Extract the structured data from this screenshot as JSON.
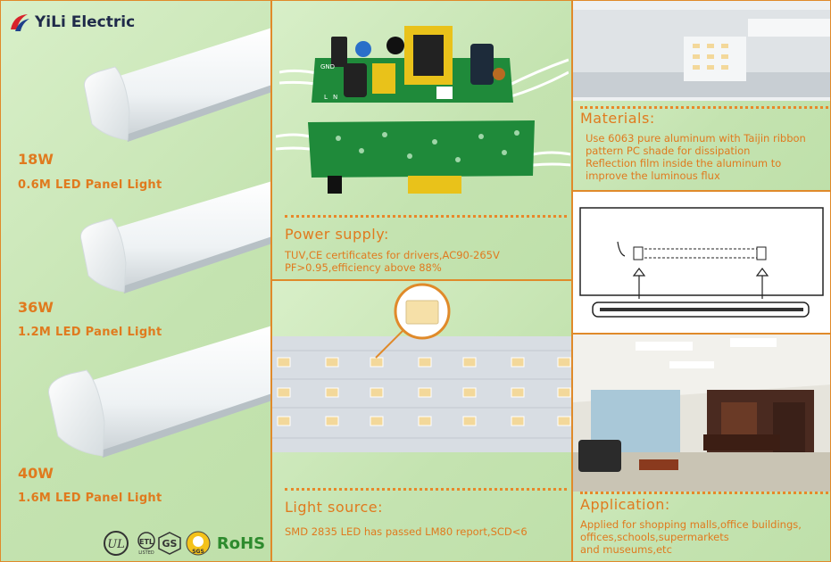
{
  "brand": {
    "name": "YiLi Electric",
    "logo_icon": "yili-logo-icon"
  },
  "products": [
    {
      "watt": "18W",
      "name": "0.6M LED Panel Light"
    },
    {
      "watt": "36W",
      "name": "1.2M LED Panel Light"
    },
    {
      "watt": "40W",
      "name": "1.6M LED Panel Light"
    }
  ],
  "certifications": [
    {
      "label": "UL",
      "icon": "ul-mark-icon"
    },
    {
      "label": "LISTED",
      "icon": "etl-mark-icon"
    },
    {
      "label": "GS",
      "icon": "gs-mark-icon"
    },
    {
      "label": "SGS",
      "icon": "sgs-mark-icon"
    },
    {
      "label": "RoHS",
      "icon": "rohs-mark-icon"
    }
  ],
  "power_supply": {
    "title": "Power supply:",
    "lines": [
      "TUV,CE certificates for drivers,AC90-265V",
      "PF>0.95,efficiency above 88%"
    ],
    "board_labels": [
      "GND",
      "L",
      "N"
    ]
  },
  "light_source": {
    "title": "Light source:",
    "lines": [
      "SMD 2835 LED has passed LM80 report,SCD<6"
    ]
  },
  "materials": {
    "title": "Materials:",
    "lines": [
      "Use 6063 pure aluminum with Taijin ribbon",
      "pattern PC shade for dissipation",
      "Reflection film inside the aluminum to",
      "improve the luminous flux"
    ]
  },
  "application": {
    "title": "Application:",
    "lines": [
      "Applied for shopping malls,office buildings,",
      "offices,schools,supermarkets",
      "and museums,etc"
    ]
  },
  "colors": {
    "accent": "#e07a1e",
    "background": "#c9e6b8",
    "pcb": "#1f8a3a",
    "brand_text": "#1f2a4a",
    "rohs": "#2e8b2e"
  }
}
